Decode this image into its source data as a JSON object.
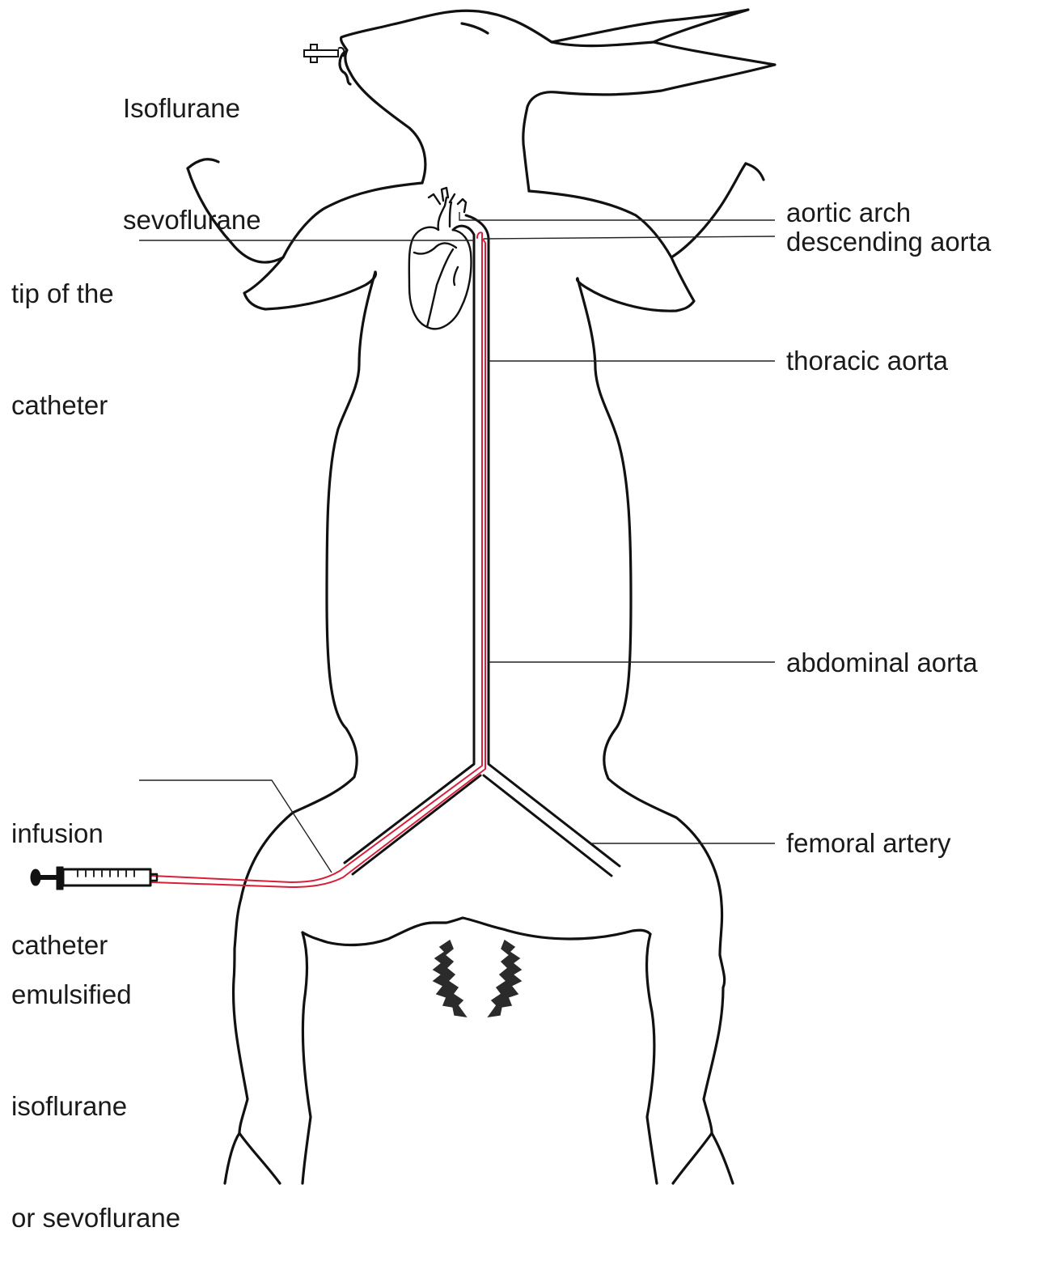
{
  "colors": {
    "outline": "#111111",
    "catheter": "#d81f3a",
    "leader_line": "#222222",
    "background": "#ffffff"
  },
  "labels": {
    "inhalation": {
      "line1": "Isoflurane",
      "line2": "sevoflurane"
    },
    "catheter_tip": {
      "line1": "tip of the",
      "line2": "catheter"
    },
    "aortic_arch": "aortic arch",
    "descending_aorta": "descending aorta",
    "thoracic_aorta": "thoracic aorta",
    "abdominal_aorta": "abdominal aorta",
    "infusion_catheter": {
      "line1": "infusion",
      "line2": "catheter"
    },
    "femoral_artery": "femoral artery",
    "emulsified_agent": {
      "line1": "emulsified",
      "line2": "isoflurane",
      "line3": "or sevoflurane"
    }
  }
}
